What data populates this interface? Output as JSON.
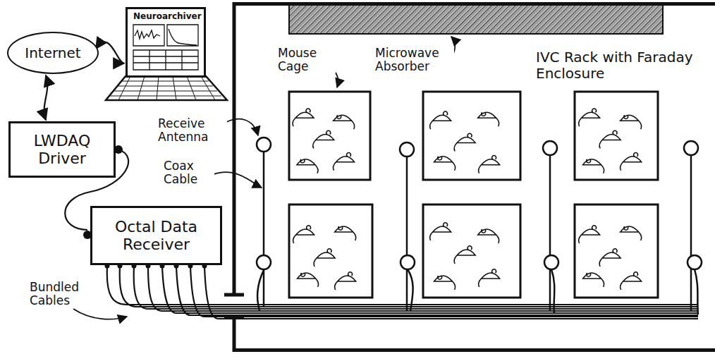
{
  "diagram": {
    "nodes": [
      {
        "text": [
          "Internet"
        ]
      },
      {
        "text": [
          "Neuroarchiver"
        ]
      },
      {
        "text": [
          "LWDAQ Driver"
        ]
      },
      {
        "text": [
          "Octal Data Receiver"
        ]
      },
      {
        "text": [
          "IVC Rack with Faraday Enclosure"
        ]
      }
    ],
    "edges": [
      {
        "from": 0,
        "to": 1,
        "arrow": "both"
      },
      {
        "from": 0,
        "to": 2,
        "arrow": "both"
      },
      {
        "from": 2,
        "to": 3,
        "arrow": "none"
      }
    ],
    "labels": [
      "Mouse Cage",
      "Microwave Absorber",
      "Receive Antenna",
      "Coax Cable",
      "Bundled Cables"
    ]
  }
}
